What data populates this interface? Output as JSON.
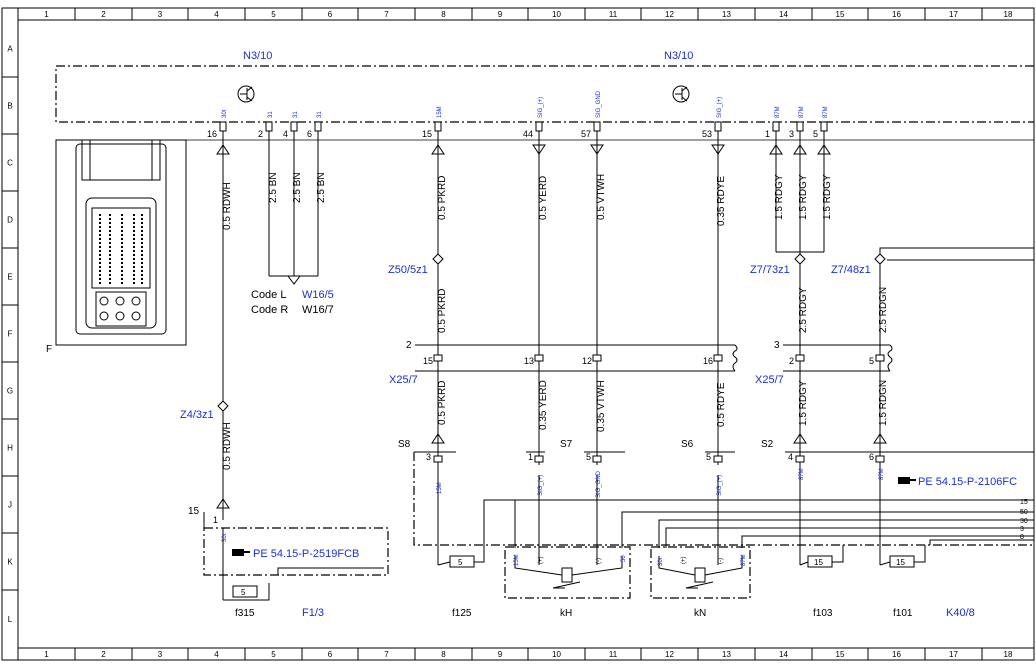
{
  "colors": {
    "line": "#000000",
    "blue": "#1a2fd6",
    "frame": "#000000"
  },
  "grid": {
    "columns": [
      "1",
      "2",
      "3",
      "4",
      "5",
      "6",
      "7",
      "8",
      "9",
      "10",
      "11",
      "12",
      "13",
      "14",
      "15",
      "16",
      "17",
      "18"
    ],
    "rows": [
      "A",
      "B",
      "C",
      "D",
      "E",
      "F",
      "G",
      "H",
      "J",
      "K",
      "L"
    ]
  },
  "modules": {
    "left": "N3/10",
    "right": "N3/10"
  },
  "connector_label": "F",
  "top_pins": [
    {
      "num": "16",
      "sig": "30t"
    },
    {
      "num": "2",
      "sig": "31"
    },
    {
      "num": "4",
      "sig": "31"
    },
    {
      "num": "6",
      "sig": "31"
    },
    {
      "num": "15",
      "sig": "15M"
    },
    {
      "num": "44",
      "sig": "SIG_(+)"
    },
    {
      "num": "57",
      "sig": "SIG_GND"
    },
    {
      "num": "53",
      "sig": "SIG_(+)"
    },
    {
      "num": "1",
      "sig": "87M"
    },
    {
      "num": "3",
      "sig": "87M"
    },
    {
      "num": "5",
      "sig": "87M"
    }
  ],
  "wires": {
    "c4": "0.5 RDWH",
    "c5a": "2.5 BN",
    "c5b": "2.5 BN",
    "c5c": "2.5 BN",
    "c8": "0.5 PKRD",
    "c10": "0.5 YERD",
    "c11": "0.5 VTWH",
    "c13": "0.35 RDYE",
    "c14a": "1.5 RDGY",
    "c14b": "1.5 RDGY",
    "c15": "1.5 RDGY",
    "c8f": "0.5 PKRD",
    "c14f": "2.5 RDGY",
    "c16f": "2.5 RDGN",
    "c4h": "0.5 RDWH",
    "c8g": "0.5 PKRD",
    "c10g": "0.35 YERD",
    "c11g": "0.35 VTWH",
    "c13g": "0.5 RDYE",
    "c14g": "1.5 RDGY",
    "c16g": "1.5 RDGN"
  },
  "codes": {
    "l_label": "Code L",
    "l_ref": "W16/5",
    "r_label": "Code R",
    "r_ref": "W16/7"
  },
  "splices": {
    "z50": "Z50/5z1",
    "z4": "Z4/3z1",
    "z7a": "Z7/73z1",
    "z7b": "Z7/48z1"
  },
  "connectors": {
    "x25a": "X25/7",
    "x25a_pin": "2",
    "x25a_p15": "15",
    "x25a_p13": "13",
    "x25a_p12": "12",
    "x25a_p16": "16",
    "x25b": "X25/7",
    "x25b_pin": "3",
    "x25b_p2": "2",
    "x25b_p5": "5"
  },
  "sockets": {
    "s8": "S8",
    "s8_pin": "3",
    "s7": "S7",
    "s7_pin": "1",
    "s7_pin2": "5",
    "s6": "S6",
    "s6_pin": "5",
    "s2": "S2",
    "s2_pin": "4",
    "s2_pin2": "6"
  },
  "relay": {
    "ref_right": "PE 54.15-P-2106FC",
    "ref_left": "PE 54.15-P-2519FCB",
    "pin15": "15",
    "pin1": "1"
  },
  "k_sigs": {
    "s15m": "15M",
    "sig_p": "SIG_(+)",
    "sig_gnd": "SIG_GND",
    "sig_p2": "SIG_(+)",
    "s87a": "87M",
    "s87b": "87M",
    "s30t": "30t"
  },
  "box_pins": {
    "kh": [
      "15M",
      "(+)",
      "(-)",
      "50"
    ],
    "kn": [
      "30t",
      "(+)",
      "(-)",
      "87M"
    ]
  },
  "right_bus": [
    "15",
    "50",
    "30",
    "3",
    "8"
  ],
  "fuses": {
    "f5a": "5",
    "f5b": "5",
    "f15a": "15",
    "f15b": "15"
  },
  "bottom_labels": {
    "f315": "f315",
    "f1_3": "F1/3",
    "f125": "f125",
    "kh": "kH",
    "kn": "kN",
    "f103": "f103",
    "f101": "f101",
    "k40": "K40/8"
  }
}
